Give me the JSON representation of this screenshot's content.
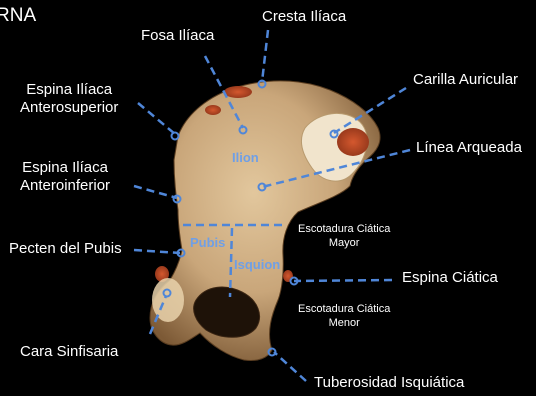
{
  "header": {
    "title_fragment": "RNA"
  },
  "colors": {
    "leader_line": "#4f86d8",
    "region_label": "#6f9fe6",
    "background": "#000000",
    "bone": "#c9a67a"
  },
  "regions": {
    "ilion": "Ilion",
    "pubis": "Pubis",
    "isquion": "Isquion"
  },
  "labels": {
    "cresta_iliaca": "Cresta Ilíaca",
    "fosa_iliaca": "Fosa Ilíaca",
    "espina_antsup": [
      "Espina Ilíaca",
      "Anterosuperior"
    ],
    "carilla_auricular": "Carilla Auricular",
    "linea_arqueada": "Línea Arqueada",
    "espina_antinf": [
      "Espina Ilíaca",
      "Anteroinferior"
    ],
    "escotadura_mayor": [
      "Escotadura Ciática",
      "Mayor"
    ],
    "pecten_pubis": "Pecten del Pubis",
    "espina_ciatica": "Espina Ciática",
    "escotadura_menor": [
      "Escotadura Ciática",
      "Menor"
    ],
    "cara_sinfisaria": "Cara Sinfisaria",
    "tuberosidad": "Tuberosidad Isquiática"
  }
}
